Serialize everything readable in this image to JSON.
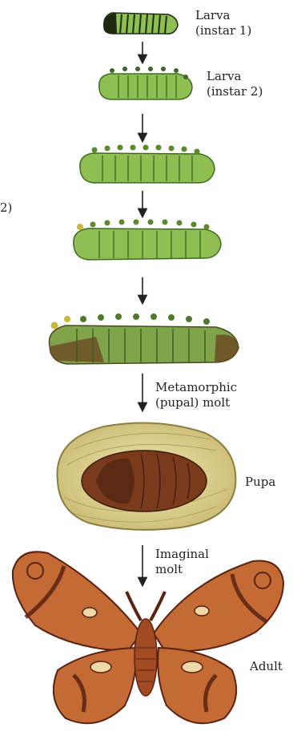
{
  "stages": [
    {
      "id": "larva-1",
      "lines": [
        "Larva",
        "(instar 1)"
      ]
    },
    {
      "id": "larva-2",
      "lines": [
        "Larva",
        "(instar 2)"
      ]
    },
    {
      "id": "larva-3",
      "lines": []
    },
    {
      "id": "larva-4",
      "lines": []
    },
    {
      "id": "larva-5",
      "lines": []
    },
    {
      "id": "pupa",
      "lines": [
        "Pupa"
      ]
    },
    {
      "id": "adult",
      "lines": [
        "Adult"
      ]
    }
  ],
  "transitions": [
    {
      "lines": [
        "Metamorphic",
        "(pupal) molt"
      ]
    },
    {
      "lines": [
        "Imaginal",
        "molt"
      ]
    }
  ],
  "left_edge_fragment": "2)",
  "colors": {
    "larva_green": "#8fbf52",
    "larva_dark": "#3f6a22",
    "larva_brown": "#6b4a22",
    "cocoon": "#e8dc9a",
    "pupa_brown": "#7a3a1c",
    "wing_orange": "#c46a34",
    "wing_dark": "#5a2212",
    "text": "#222222"
  }
}
